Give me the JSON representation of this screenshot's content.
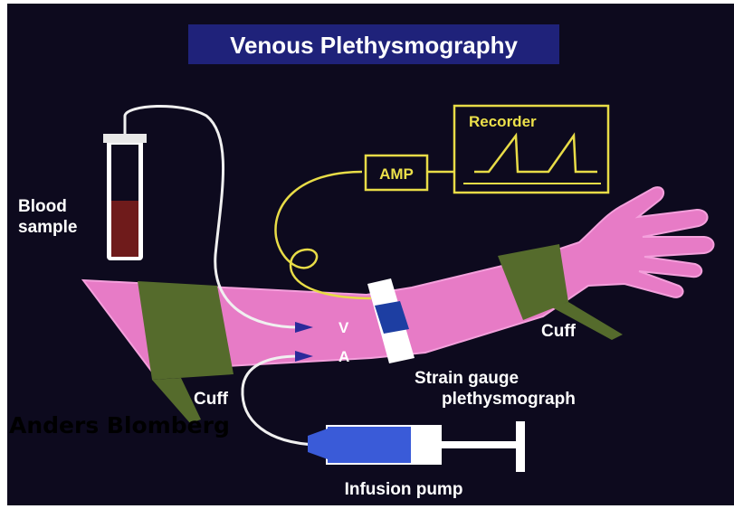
{
  "title": "Venous Plethysmography",
  "labels": {
    "blood_sample_line1": "Blood",
    "blood_sample_line2": "sample",
    "amp": "AMP",
    "recorder": "Recorder",
    "vein": "V",
    "artery": "A",
    "cuff_right": "Cuff",
    "cuff_left": "Cuff",
    "strain_gauge_line1": "Strain gauge",
    "strain_gauge_line2": "plethysmograph",
    "infusion_pump": "Infusion pump"
  },
  "watermark": "Anders Blomberg",
  "colors": {
    "background": "#0d0a1e",
    "title_box": "#1f227a",
    "arm": "#e77bc6",
    "cuff": "#556b2c",
    "yellow": "#e8dc47",
    "gauge_blue": "#1d3ea2",
    "blood": "#6f1b1b"
  }
}
